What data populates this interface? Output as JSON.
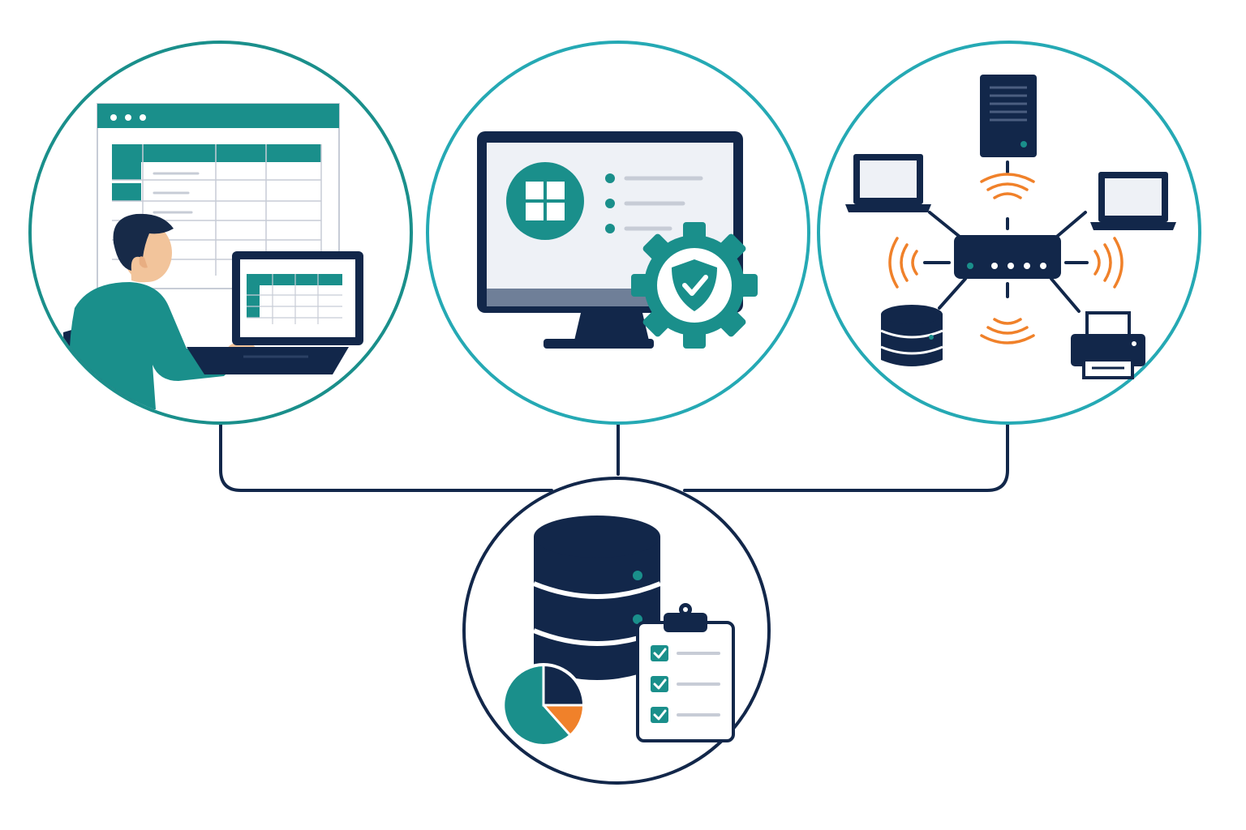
{
  "palette": {
    "navy": "#12274a",
    "teal": "#1a8f8b",
    "teal_ring": "#25a9b4",
    "orange": "#f0812a",
    "gray_line": "#c7ccd6",
    "light_fill": "#eef1f6",
    "skin": "#f2c49b",
    "hair": "#172a48"
  },
  "nodes": [
    {
      "id": "spreadsheet-user",
      "icon": "person-using-spreadsheet-on-laptop"
    },
    {
      "id": "secure-os",
      "icon": "windows-monitor-with-security-gear"
    },
    {
      "id": "network",
      "icon": "router-connected-devices"
    },
    {
      "id": "data-management",
      "icon": "database-with-checklist-and-pie-chart"
    }
  ],
  "connections": [
    {
      "from": "spreadsheet-user",
      "to": "data-management"
    },
    {
      "from": "secure-os",
      "to": "data-management"
    },
    {
      "from": "network",
      "to": "data-management"
    }
  ]
}
